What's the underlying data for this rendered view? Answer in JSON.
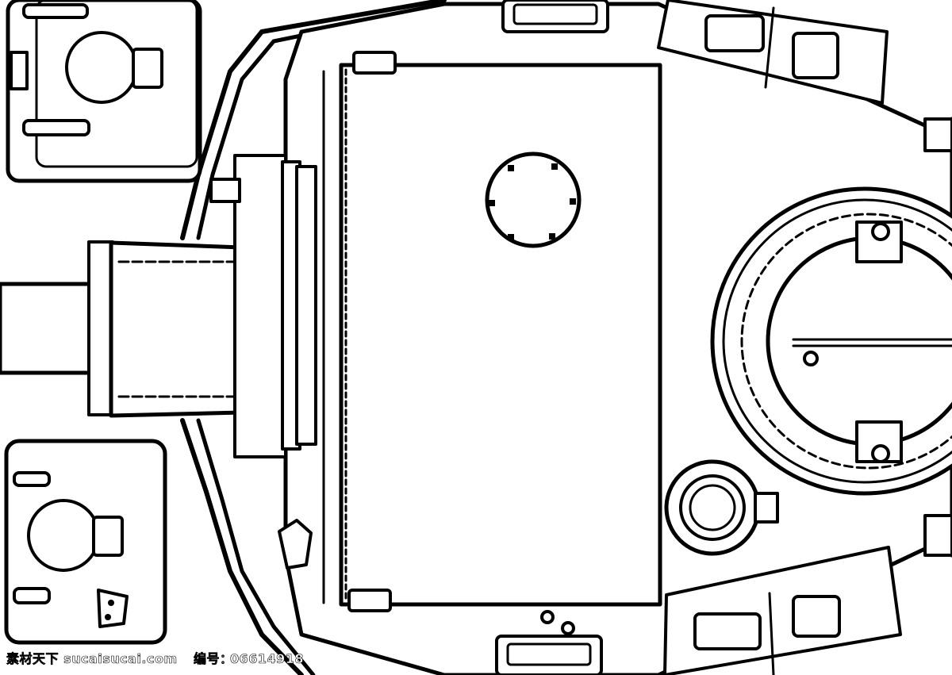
{
  "watermark": {
    "site": "素材天下 sucaisucai.com",
    "id_label": "编号：",
    "id_value": "06614918"
  },
  "colors": {
    "ink": "#000000",
    "paper": "#ffffff"
  },
  "icons": [
    "hatch-icon",
    "vent-icon",
    "periscope-icon",
    "tool-box-icon"
  ]
}
